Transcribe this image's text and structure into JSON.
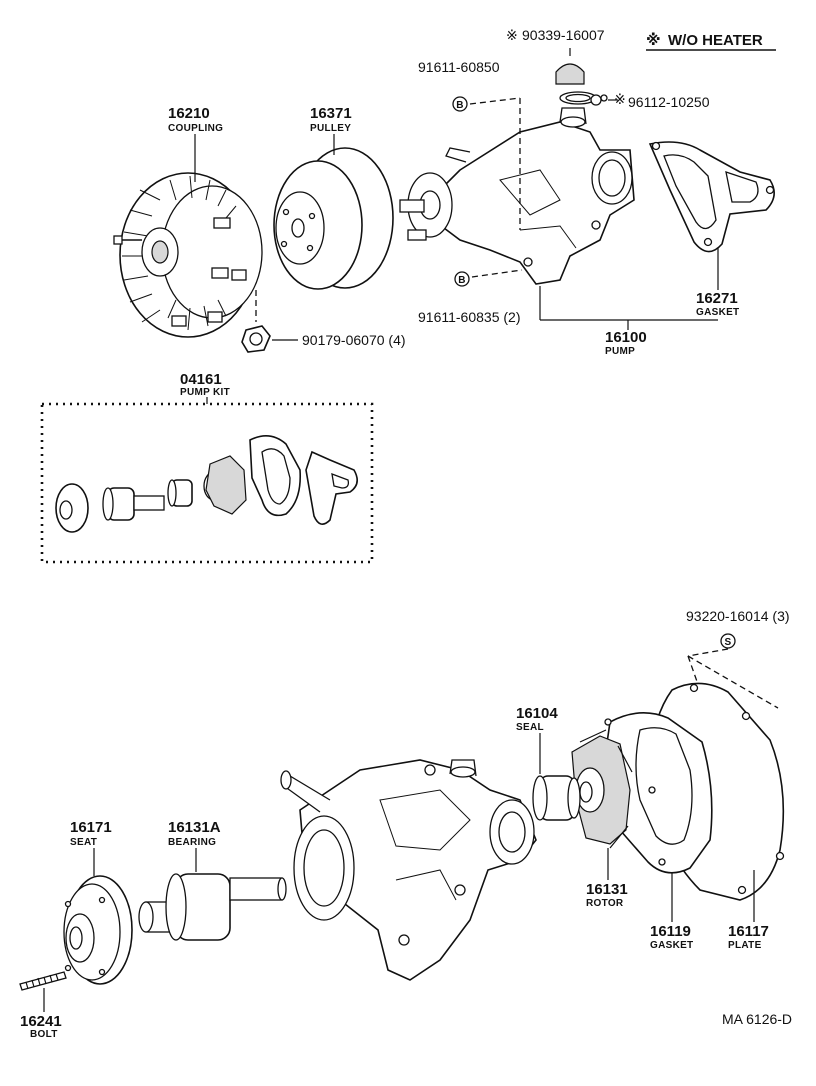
{
  "legend": {
    "symbol": "※",
    "text": "W/O HEATER"
  },
  "drawing_code": "MA 6126-D",
  "markers": {
    "b": "B",
    "s": "S"
  },
  "callouts": {
    "c90339": {
      "mark": "※",
      "number": "90339-16007"
    },
    "c96112": {
      "mark": "※",
      "number": "96112-10250"
    },
    "c91611_a": {
      "number": "91611-60850"
    },
    "c91611_b": {
      "number": "91611-60835 (2)"
    },
    "c16210": {
      "number": "16210",
      "name": "COUPLING"
    },
    "c16371": {
      "number": "16371",
      "name": "PULLEY"
    },
    "c16271": {
      "number": "16271",
      "name": "GASKET"
    },
    "c16100": {
      "number": "16100",
      "name": "PUMP"
    },
    "c90179": {
      "number": "90179-06070 (4)"
    },
    "c04161": {
      "number": "04161",
      "name": "PUMP KIT"
    },
    "c93220": {
      "number": "93220-16014 (3)"
    },
    "c16104": {
      "number": "16104",
      "name": "SEAL"
    },
    "c16171": {
      "number": "16171",
      "name": "SEAT"
    },
    "c16131A": {
      "number": "16131A",
      "name": "BEARING"
    },
    "c16131": {
      "number": "16131",
      "name": "ROTOR"
    },
    "c16119": {
      "number": "16119",
      "name": "GASKET"
    },
    "c16117": {
      "number": "16117",
      "name": "PLATE"
    },
    "c16241": {
      "number": "16241",
      "name": "BOLT"
    }
  }
}
